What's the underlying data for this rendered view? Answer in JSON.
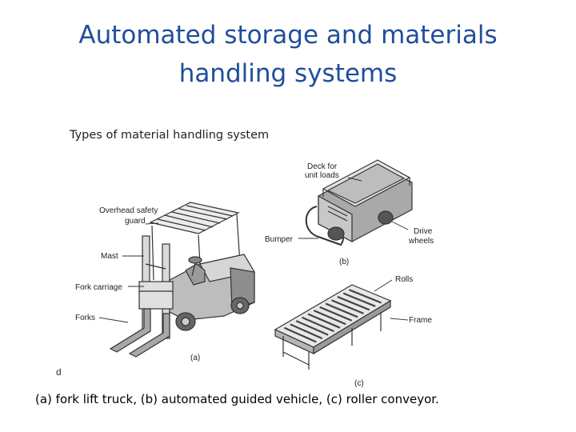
{
  "slide": {
    "title_line1": "Automated storage and materials",
    "title_line2": "handling systems",
    "subtitle": "Types of material handling system",
    "stray_char": "d",
    "caption": "(a) fork lift truck, (b) automated guided vehicle, (c) roller conveyor."
  },
  "figure": {
    "forklift": {
      "overhead_line1": "Overhead safety",
      "overhead_line2": "guard",
      "mast": "Mast",
      "fork_carriage": "Fork carriage",
      "forks": "Forks",
      "sublabel": "(a)"
    },
    "agv": {
      "deck_line1": "Deck for",
      "deck_line2": "unit loads",
      "bumper": "Bumper",
      "drive_line1": "Drive",
      "drive_line2": "wheels",
      "sublabel": "(b)"
    },
    "conveyor": {
      "rolls": "Rolls",
      "frame": "Frame",
      "sublabel": "(c)"
    },
    "colors": {
      "line": "#333333",
      "fill_light": "#e6e6e6",
      "fill_mid": "#bdbdbd",
      "fill_dark": "#7a7a7a"
    }
  }
}
